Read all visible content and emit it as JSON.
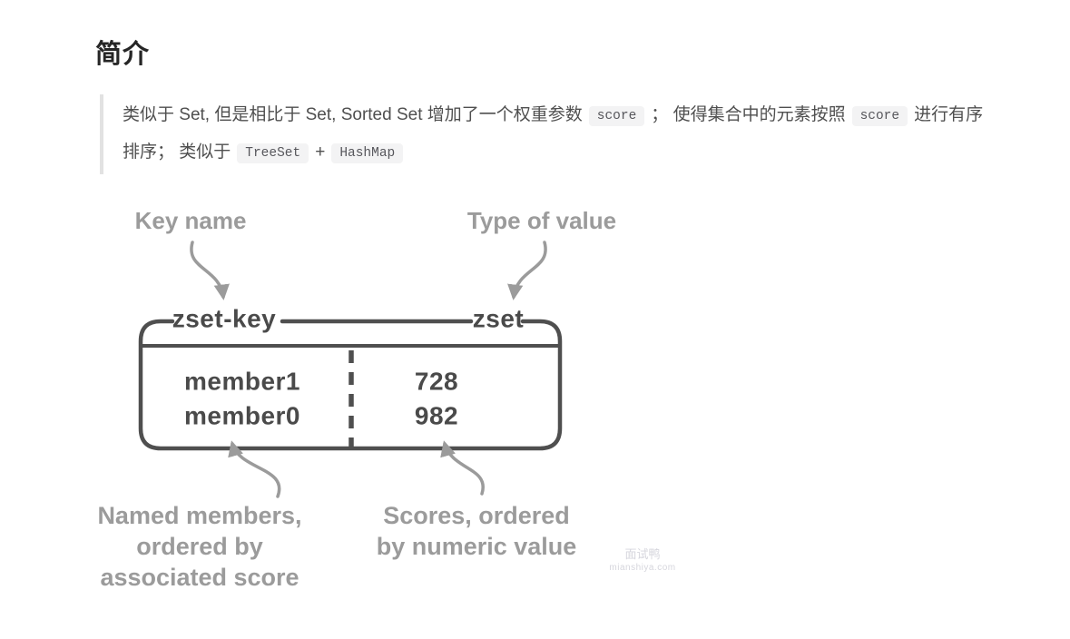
{
  "page": {
    "title": "简介"
  },
  "intro": {
    "line1": {
      "t1": "类似于 Set, 但是相比于 Set, Sorted Set 增加了一个权重参数",
      "c1": "score",
      "t2": "；  使得集合中的元素按照",
      "c2": "score",
      "t3": "进行有序"
    },
    "line2": {
      "t1": "排序；  类似于",
      "c1": "TreeSet",
      "plus": "+",
      "c2": "HashMap"
    }
  },
  "diagram": {
    "key_label": "Key name",
    "type_label": "Type of value",
    "key_name": "zset-key",
    "type_value": "zset",
    "rows": [
      {
        "member": "member1",
        "score": "728"
      },
      {
        "member": "member0",
        "score": "982"
      }
    ],
    "members_note": [
      "Named members,",
      "ordered by",
      "associated score"
    ],
    "scores_note": [
      "Scores, ordered",
      "by numeric value"
    ],
    "colors": {
      "stroke": "#4f4f4f",
      "text": "#4a4a4a",
      "label": "#9b9b9b"
    }
  },
  "watermark": {
    "line1": "面试鸭",
    "line2": "mianshiya.com"
  },
  "ui_colors": {
    "quote_border": "#e2e2e2",
    "code_chip_bg": "#f3f3f4",
    "watermark": "#d6d6dd"
  }
}
